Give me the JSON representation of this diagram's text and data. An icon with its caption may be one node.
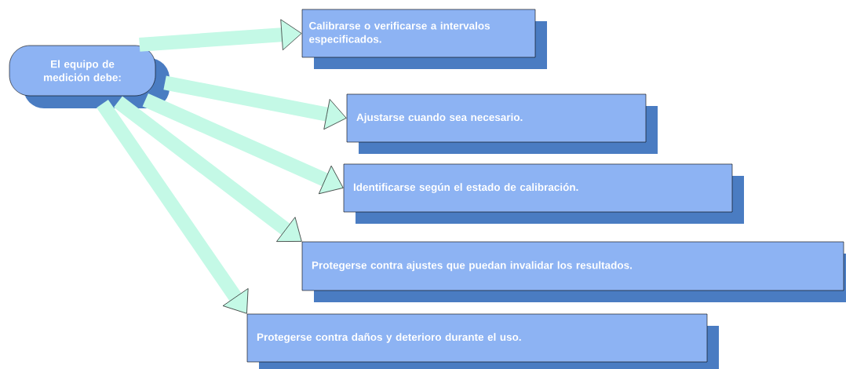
{
  "diagram": {
    "nodes": [
      {
        "text": [
          "El equipo de medición debe:"
        ]
      },
      {
        "text": [
          "Calibrarse o verificarse a intervalos especificados."
        ]
      },
      {
        "text": [
          "Ajustarse cuando sea necesario."
        ]
      },
      {
        "text": [
          "Identificarse según el estado de calibración."
        ]
      },
      {
        "text": [
          "Protegerse contra ajustes que puedan invalidar los resultados."
        ]
      },
      {
        "text": [
          "Protegerse contra daños y deterioro durante el uso."
        ]
      }
    ],
    "edges": [
      {
        "from": 0,
        "to": 1,
        "arrow": "to"
      },
      {
        "from": 0,
        "to": 2,
        "arrow": "to"
      },
      {
        "from": 0,
        "to": 3,
        "arrow": "to"
      },
      {
        "from": 0,
        "to": 4,
        "arrow": "to"
      },
      {
        "from": 0,
        "to": 5,
        "arrow": "to"
      }
    ]
  }
}
